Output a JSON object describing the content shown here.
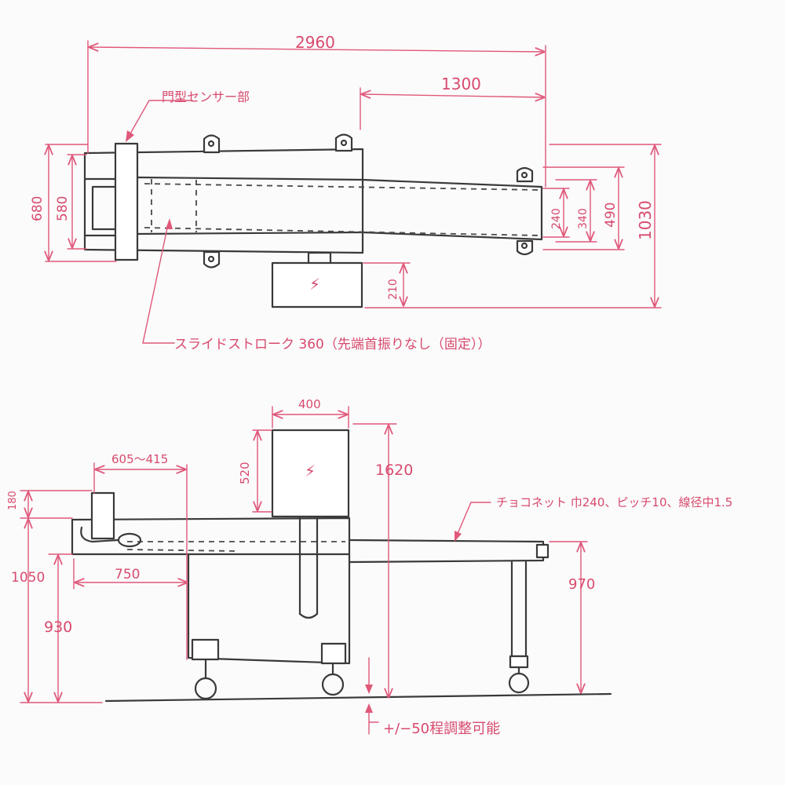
{
  "top_view": {
    "overall_length": "2960",
    "head_length": "1300",
    "sensor_label": "門型センサー部",
    "height_680": "680",
    "height_580": "580",
    "width_240": "240",
    "width_340": "340",
    "width_490": "490",
    "width_1030": "1030",
    "box_210": "210",
    "slide_note": "スライドストローク 360（先端首振りなし（固定））"
  },
  "side_view": {
    "box_width": "400",
    "box_height": "520",
    "height_1620": "1620",
    "range_605_415": "605～415",
    "dim_180": "180",
    "dim_750": "750",
    "dim_1050": "1050",
    "dim_930": "930",
    "dim_970": "970",
    "net_note": "チョコネット 巾240、ピッチ10、線径中1.5",
    "adjust_note": "+/−50程調整可能"
  },
  "icons": {
    "electric": "⚡"
  },
  "colors": {
    "dimension": "#e0587a",
    "ink": "#3a3a3a"
  }
}
